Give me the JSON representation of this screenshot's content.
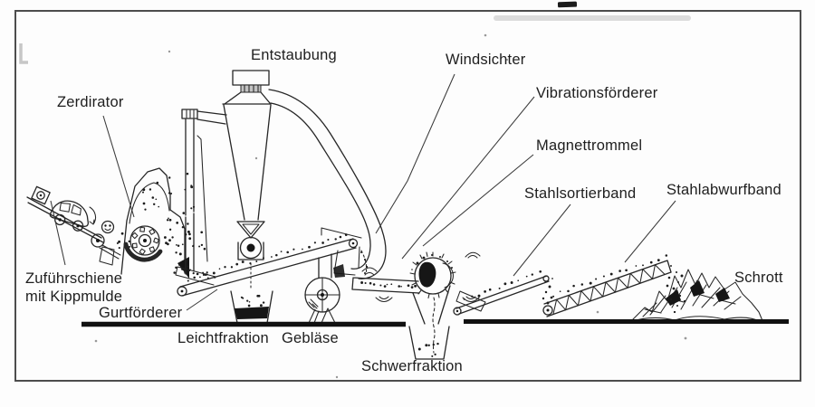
{
  "labels": {
    "entstaubung": "Entstaubung",
    "zerdirator": "Zerdirator",
    "windsichter": "Windsichter",
    "vibrationsfoerderer": "Vibrationsförderer",
    "magnettrommel": "Magnettrommel",
    "stahlsortierband": "Stahlsortierband",
    "stahlabwurfband": "Stahlabwurfband",
    "schrott": "Schrott",
    "zufuehrschiene_line1": "Zuführschiene",
    "zufuehrschiene_line2": "mit Kippmulde",
    "gurtfoerderer": "Gurtförderer",
    "leichtfraktion": "Leichtfraktion",
    "geblaese": "Gebläse",
    "schwerfraktion": "Schwerfraktion"
  },
  "colors": {
    "ink": "#262626",
    "paper": "#fdfdfd",
    "frame": "#4d4d4d"
  }
}
